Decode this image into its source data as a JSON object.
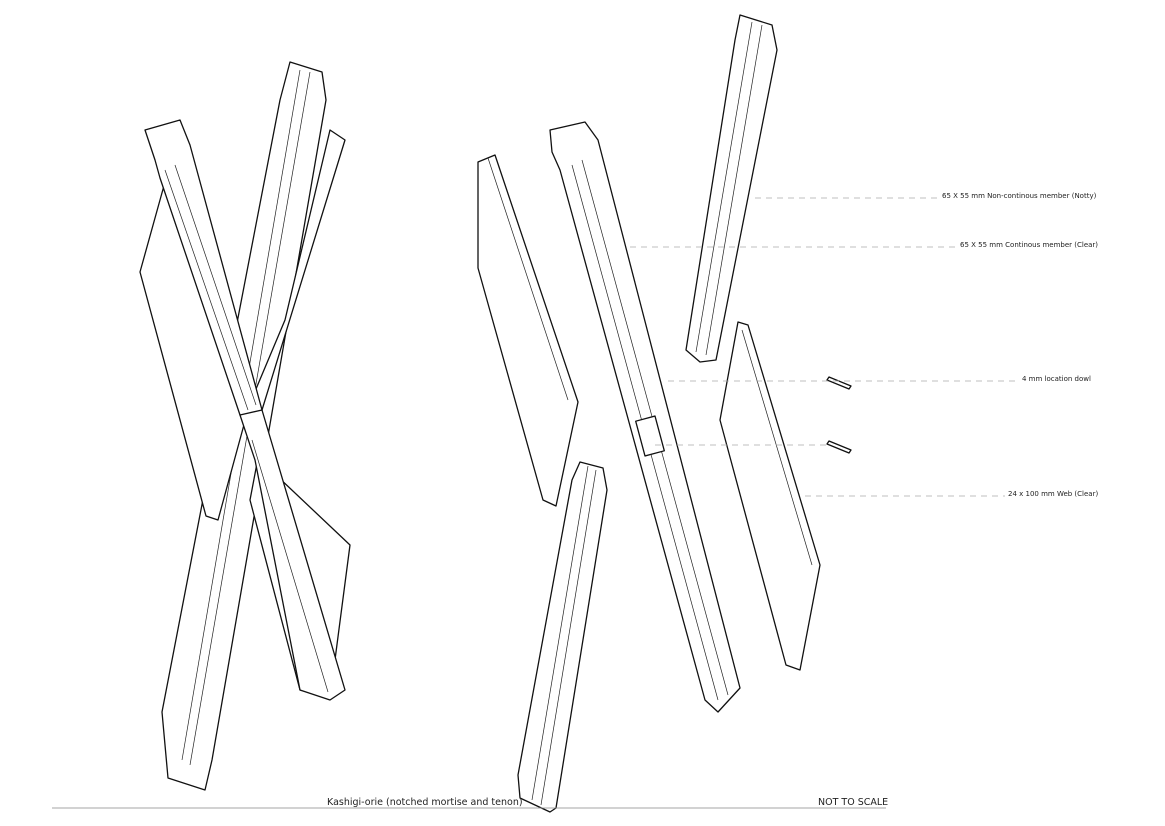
{
  "labels": {
    "non_continuous": "65 X 55 mm Non-continous member (Notty)",
    "continuous": "65 X 55 mm Continous member (Clear)",
    "dowel": "4 mm location dowl",
    "web": "24 x 100 mm Web (Clear)"
  },
  "caption": {
    "title": "Kashigi-orie (notched mortise and tenon)",
    "scale_note": "NOT TO SCALE"
  }
}
